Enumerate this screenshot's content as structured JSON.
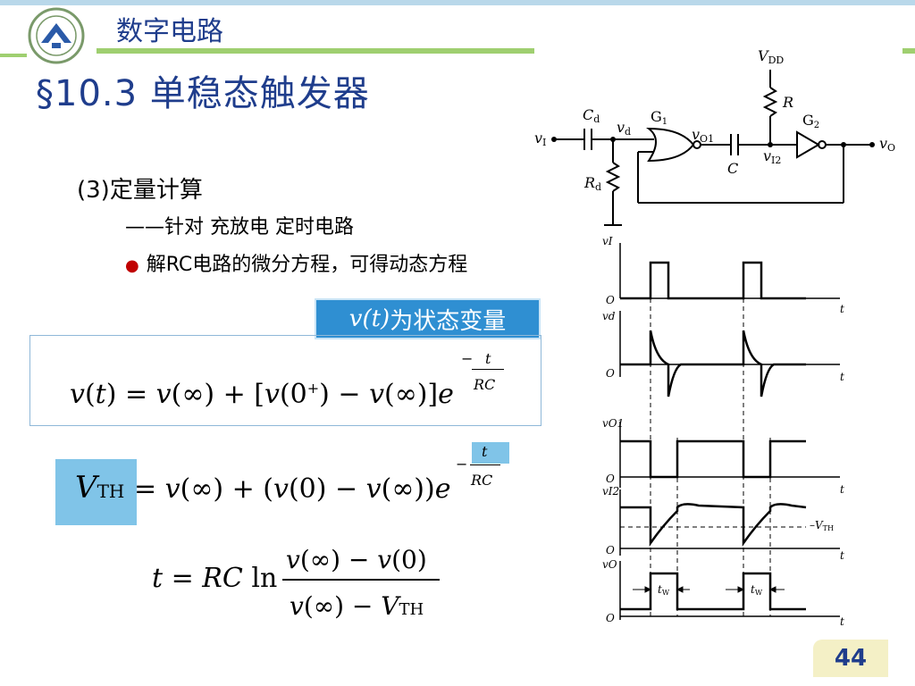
{
  "header": {
    "course": "数字电路",
    "title": "§10.3 单稳态触发器",
    "page_number": "44"
  },
  "content": {
    "subtitle": "(3)定量计算",
    "dash_line": "——针对  充放电 定时电路",
    "bullet": "解RC电路的微分方程，可得动态方程",
    "tag_var": "v(t)",
    "tag_text": "为状态变量"
  },
  "circuit": {
    "vdd": "V",
    "vdd_sub": "DD",
    "r": "R",
    "g1": "G",
    "g1_sub": "1",
    "g2": "G",
    "g2_sub": "2",
    "cd": "C",
    "cd_sub": "d",
    "vd": "v",
    "vd_sub": "d",
    "vi": "v",
    "vi_sub": "I",
    "vo1": "v",
    "vo1_sub": "O1",
    "c": "C",
    "vi2": "v",
    "vi2_sub": "I2",
    "vo": "v",
    "vo_sub": "O",
    "rd": "R",
    "rd_sub": "d"
  },
  "waveforms": {
    "labels": [
      "vI",
      "vd",
      "vO1",
      "vI2",
      "vO"
    ],
    "origin": "O",
    "time": "t",
    "vth": "V",
    "vth_sub": "TH",
    "tw": "t",
    "tw_sub": "W"
  },
  "colors": {
    "accent": "#1f3d8c",
    "tag_bg": "#2f8fd2",
    "highlight": "#80c4e8",
    "green": "#9fcf70"
  }
}
